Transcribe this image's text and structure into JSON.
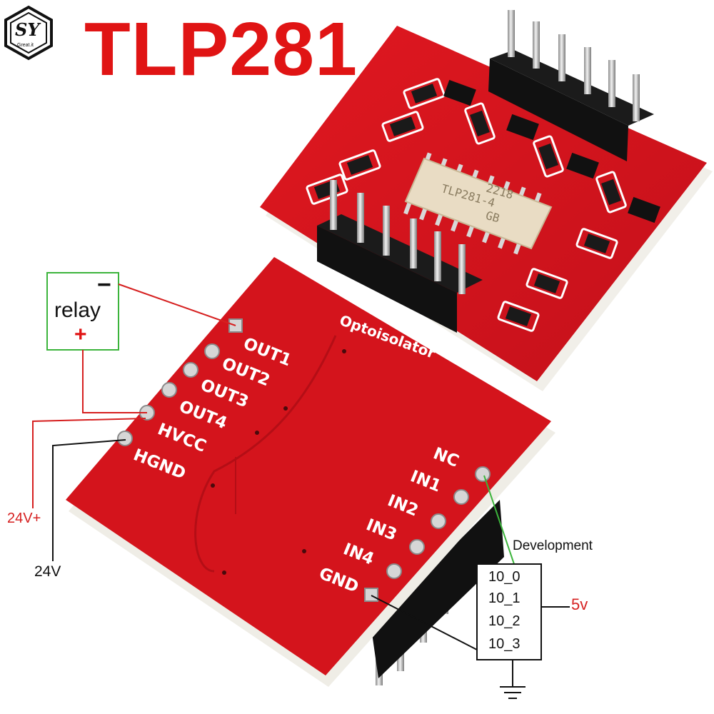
{
  "title": "TLP281",
  "logo": {
    "text": "SY",
    "subtext": "Great.it"
  },
  "chip": {
    "line1": "2218",
    "line2": "TLP281-4",
    "line3": "GB"
  },
  "board_label": "Optoisolator",
  "output_pins": [
    "OUT1",
    "OUT2",
    "OUT3",
    "OUT4",
    "HVCC",
    "HGND"
  ],
  "input_pins": [
    "NC",
    "IN1",
    "IN2",
    "IN3",
    "IN4",
    "GND"
  ],
  "relay": {
    "label": "relay",
    "minus": "−",
    "plus": "+"
  },
  "supply": {
    "positive": "24V+",
    "negative": "24V"
  },
  "development": {
    "label": "Development",
    "pins": [
      "10_0",
      "10_1",
      "10_2",
      "10_3"
    ],
    "voltage": "5v"
  },
  "colors": {
    "pcb": "#d4141c",
    "pcb_dark": "#a80d12",
    "title": "#e01414",
    "wire_red": "#d62020",
    "wire_green": "#3cb43c",
    "wire_black": "#111111"
  }
}
